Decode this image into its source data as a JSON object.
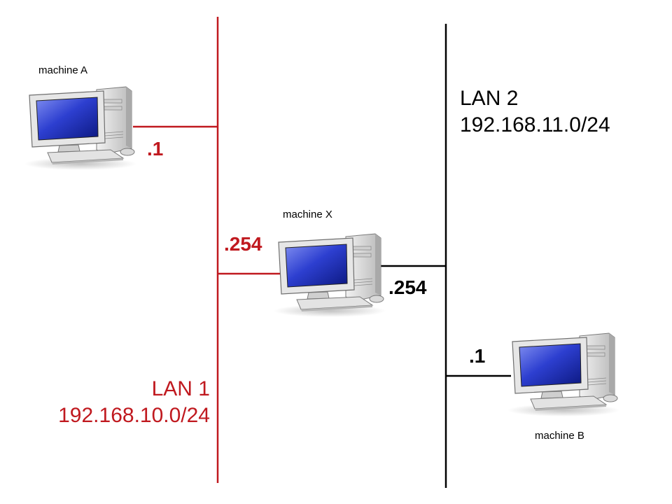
{
  "colors": {
    "lan1": "#c0191f",
    "lan2": "#000000",
    "screen": "#1d2aa0",
    "case": "#d7d7d7"
  },
  "lan1": {
    "name": "LAN 1",
    "network": "192.168.10.0/24"
  },
  "lan2": {
    "name": "LAN 2",
    "network": "192.168.11.0/24"
  },
  "machine_a": {
    "name": "machine A",
    "ip_suffix": ".1",
    "icon": "desktop-computer-icon"
  },
  "machine_x": {
    "name": "machine X",
    "ip_lan1_suffix": ".254",
    "ip_lan2_suffix": ".254",
    "icon": "desktop-computer-icon"
  },
  "machine_b": {
    "name": "machine B",
    "ip_suffix": ".1",
    "icon": "desktop-computer-icon"
  }
}
